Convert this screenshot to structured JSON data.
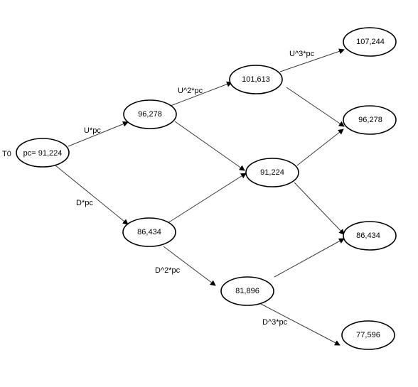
{
  "diagram": {
    "time_label": "T0",
    "nodes": {
      "root": "pc= 91,224",
      "u1": "96,278",
      "d1": "86,434",
      "uu2": "101,613",
      "ud2": "91,224",
      "dd2": "81,896",
      "uuu3": "107,244",
      "uud3": "96,278",
      "udd3": "86,434",
      "ddd3": "77,596"
    },
    "edge_labels": {
      "up1": "U*pc",
      "down1": "D*pc",
      "up2": "U^2*pc",
      "down2": "D^2*pc",
      "up3": "U^3*pc",
      "down3": "D^3*pc"
    }
  }
}
